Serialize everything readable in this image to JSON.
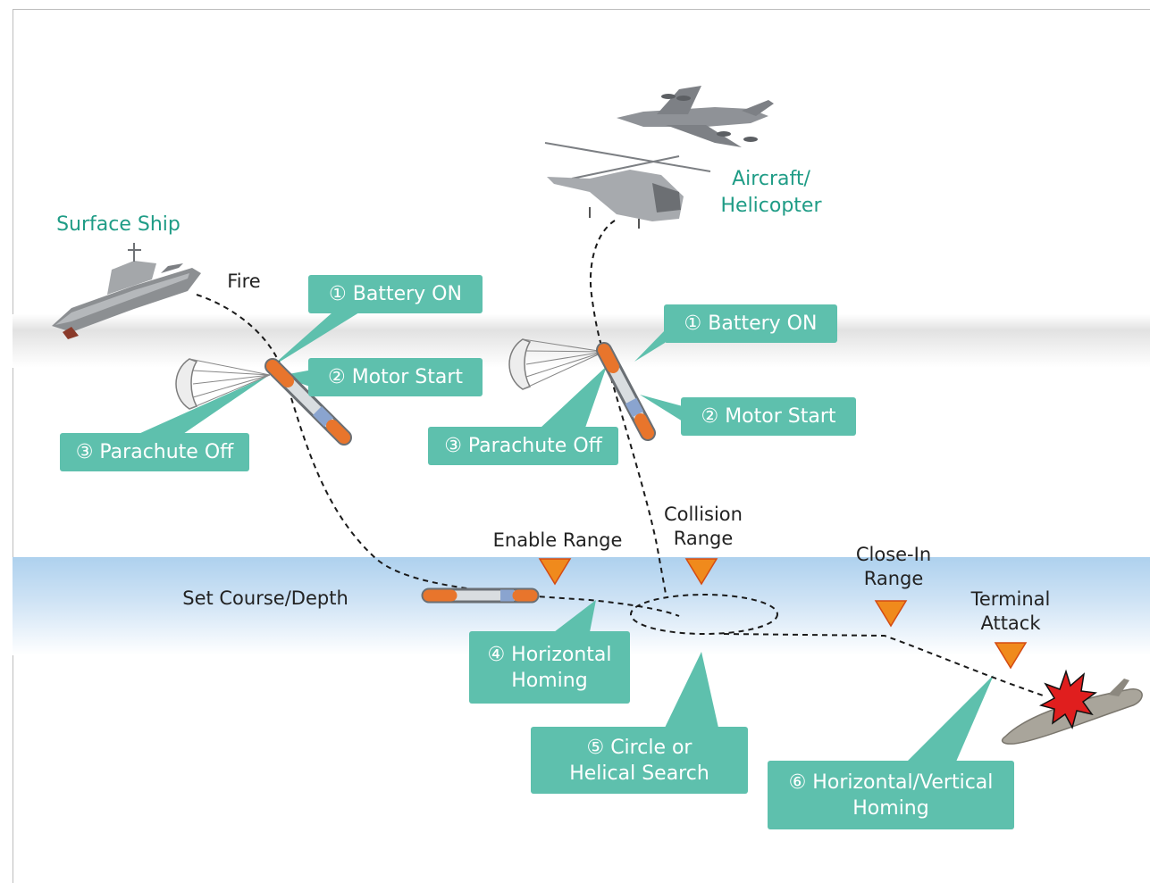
{
  "colors": {
    "callout": "#5ec0ad",
    "source_label": "#1f9c86",
    "marker": "#f08a1c",
    "path": "#1a1a1a",
    "water": "#aed1ee"
  },
  "sources": {
    "surface_ship": "Surface Ship",
    "aircraft": "Aircraft/\nHelicopter"
  },
  "labels": {
    "fire": "Fire",
    "set_course": "Set Course/Depth",
    "enable_range": "Enable Range",
    "collision_range": "Collision\nRange",
    "close_in_range": "Close-In\nRange",
    "terminal_attack": "Terminal\nAttack"
  },
  "callouts": {
    "ship_battery": "① Battery ON",
    "ship_motor": "② Motor Start",
    "ship_parachute": "③ Parachute Off",
    "air_battery": "① Battery ON",
    "air_motor": "② Motor Start",
    "air_parachute": "③ Parachute Off",
    "horizontal_homing": "④ Horizontal\nHoming",
    "circle_search": "⑤ Circle or\nHelical Search",
    "terminal_homing": "⑥ Horizontal/Vertical\nHoming"
  },
  "icons": [
    "surface-ship-icon",
    "maritime-patrol-aircraft-icon",
    "helicopter-icon",
    "parachute-icon",
    "torpedo-icon",
    "submarine-icon",
    "explosion-icon",
    "range-marker-icon"
  ]
}
